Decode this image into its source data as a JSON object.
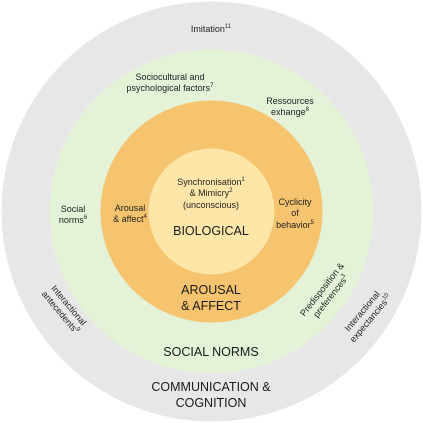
{
  "colors": {
    "outer_ring": "#e7e7e7",
    "social_ring": "#e4f2d8",
    "arousal_ring": "#f6c46e",
    "biological_core": "#fde6a8"
  },
  "labels": {
    "imitation": "Imitation",
    "imitation_ref": "11",
    "sociocultural_1": "Sociocultural and",
    "sociocultural_2": "psychological factors",
    "sociocultural_ref": "7",
    "ressources_1": "Ressources",
    "ressources_2": "exhange",
    "ressources_ref": "8",
    "social_norms_1": "Social",
    "social_norms_2": "norms",
    "social_norms_ref": "6",
    "synchronisation": "Synchronisation",
    "synchronisation_ref": "1",
    "mimicry": "& Mimicry",
    "mimicry_ref": "2",
    "unconscious": "(unconscious)",
    "arousal_affect_1": "Arousal",
    "arousal_affect_2": "& affect",
    "arousal_affect_ref": "4",
    "cyclicity_1": "Cyclicity",
    "cyclicity_2": "of",
    "cyclicity_3": "behavior",
    "cyclicity_ref": "5",
    "predisposition_1": "Predisposition &",
    "predisposition_2": "preferences",
    "predisposition_ref": "3",
    "interactional_antecedents_1": "Interactional",
    "interactional_antecedents_2": "antecedents",
    "interactional_antecedents_ref": "9",
    "interactional_expectancies_1": "Interactional",
    "interactional_expectancies_2": "expectancies",
    "interactional_expectancies_ref": "10"
  },
  "rings": {
    "biological": "BIOLOGICAL",
    "arousal_1": "AROUSAL",
    "arousal_2": "& AFFECT",
    "social_norms": "SOCIAL NORMS",
    "communication_1": "COMMUNICATION &",
    "communication_2": "COGNITION"
  }
}
